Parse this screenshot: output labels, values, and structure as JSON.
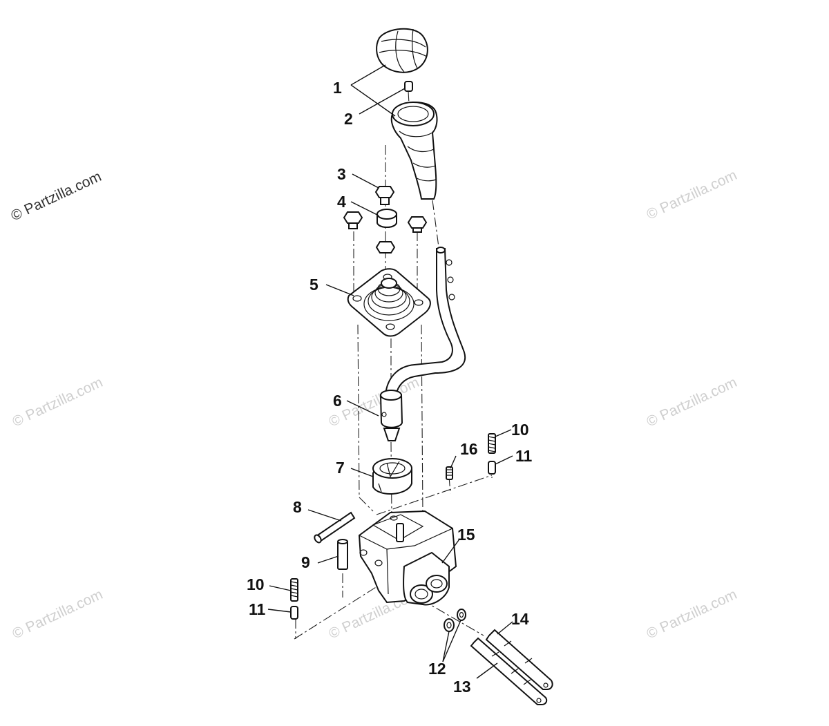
{
  "watermark": "© Partzilla.com",
  "callouts": {
    "c1": "1",
    "c2": "2",
    "c3": "3",
    "c4": "4",
    "c5": "5",
    "c6": "6",
    "c7": "7",
    "c8": "8",
    "c9": "9",
    "c10a": "10",
    "c10b": "10",
    "c11a": "11",
    "c11b": "11",
    "c12": "12",
    "c13": "13",
    "c14": "14",
    "c15": "15",
    "c16": "16"
  }
}
